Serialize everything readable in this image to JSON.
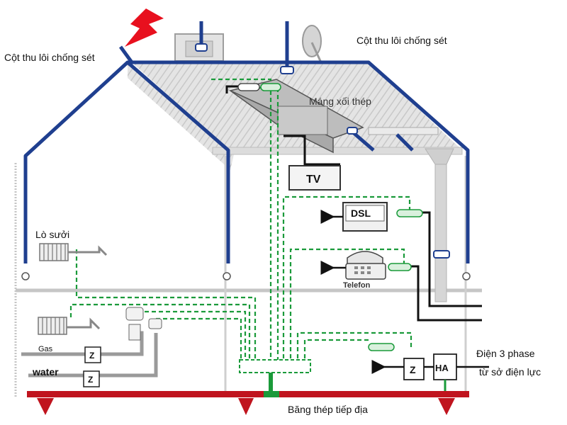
{
  "labels": {
    "lightning_rod_left": "Cột thu lôi chống sét",
    "lightning_rod_right": "Cột thu lôi chống sét",
    "steel_gutter": "Máng xối thép",
    "tv": "TV",
    "dsl": "DSL",
    "heater": "Lò sưởi",
    "telephone": "Telefon",
    "gas": "Gas",
    "water": "water",
    "meter": "Z",
    "house_connection": "HA",
    "power_line_1": "Điện 3 phase",
    "power_line_2": "từ sở điện lực",
    "ground_strip": "Băng thép tiếp địa"
  },
  "colors": {
    "lightning_conductor": "#1f3f8f",
    "equipotential_bonding": "#1a9a3a",
    "ground_strip": "#c0141e",
    "lightning_bolt": "#e8101e",
    "power_cable": "#111111",
    "wall_outline": "#bfbfbf",
    "pipe": "#9a9a9a"
  }
}
